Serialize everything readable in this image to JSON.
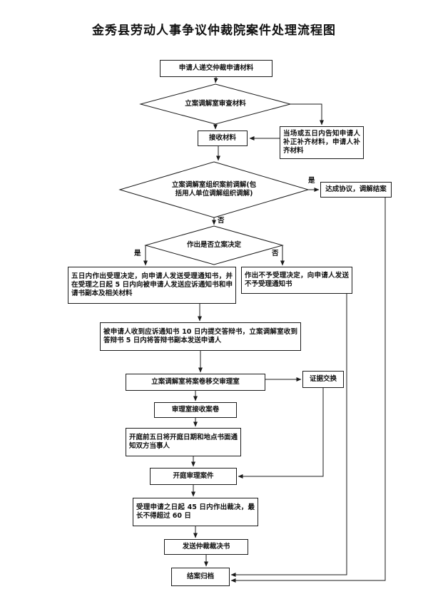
{
  "title": "金秀县劳动人事争议仲裁院案件处理流程图",
  "nodes": {
    "submit": "申请人递交仲裁申请材料",
    "review": "立案调解室审查材料",
    "receive": "接收材料",
    "supplement": "当场或五日内告知申请人补正补齐材料，申请人补齐材料",
    "pre_mediation": "立案调解室组织案前调解(包括用人单位调解组织调解)",
    "mediation_close": "达成协议，调解结案",
    "filing_decision": "作出是否立案决定",
    "accept": "五日内作出受理决定，向申请人发送受理通知书，并在受理之日起 5 日内向被申请人发送应诉通知书和申请书副本及相关材料",
    "reject": "作出不予受理决定，向申请人发送不予受理通知书",
    "defense": "被申请人收到应诉通知书 10 日内提交答辩书，立案调解室收到答辩书 5 日内将答辩书副本发送申请人",
    "transfer": "立案调解室将案卷移交审理室",
    "evidence": "证据交换",
    "receive_file": "审理室接收案卷",
    "notify_hearing": "开庭前五日将开庭日期和地点书面通知双方当事人",
    "hearing": "开庭审理案件",
    "ruling": "受理申请之日起 45 日内作出裁决，最长不得超过 60 日",
    "send_ruling": "发送仲裁裁决书",
    "archive": "结案归档"
  },
  "branch_labels": {
    "mediation_yes": "是",
    "mediation_no": "否",
    "filing_yes": "是",
    "filing_no": "否"
  }
}
